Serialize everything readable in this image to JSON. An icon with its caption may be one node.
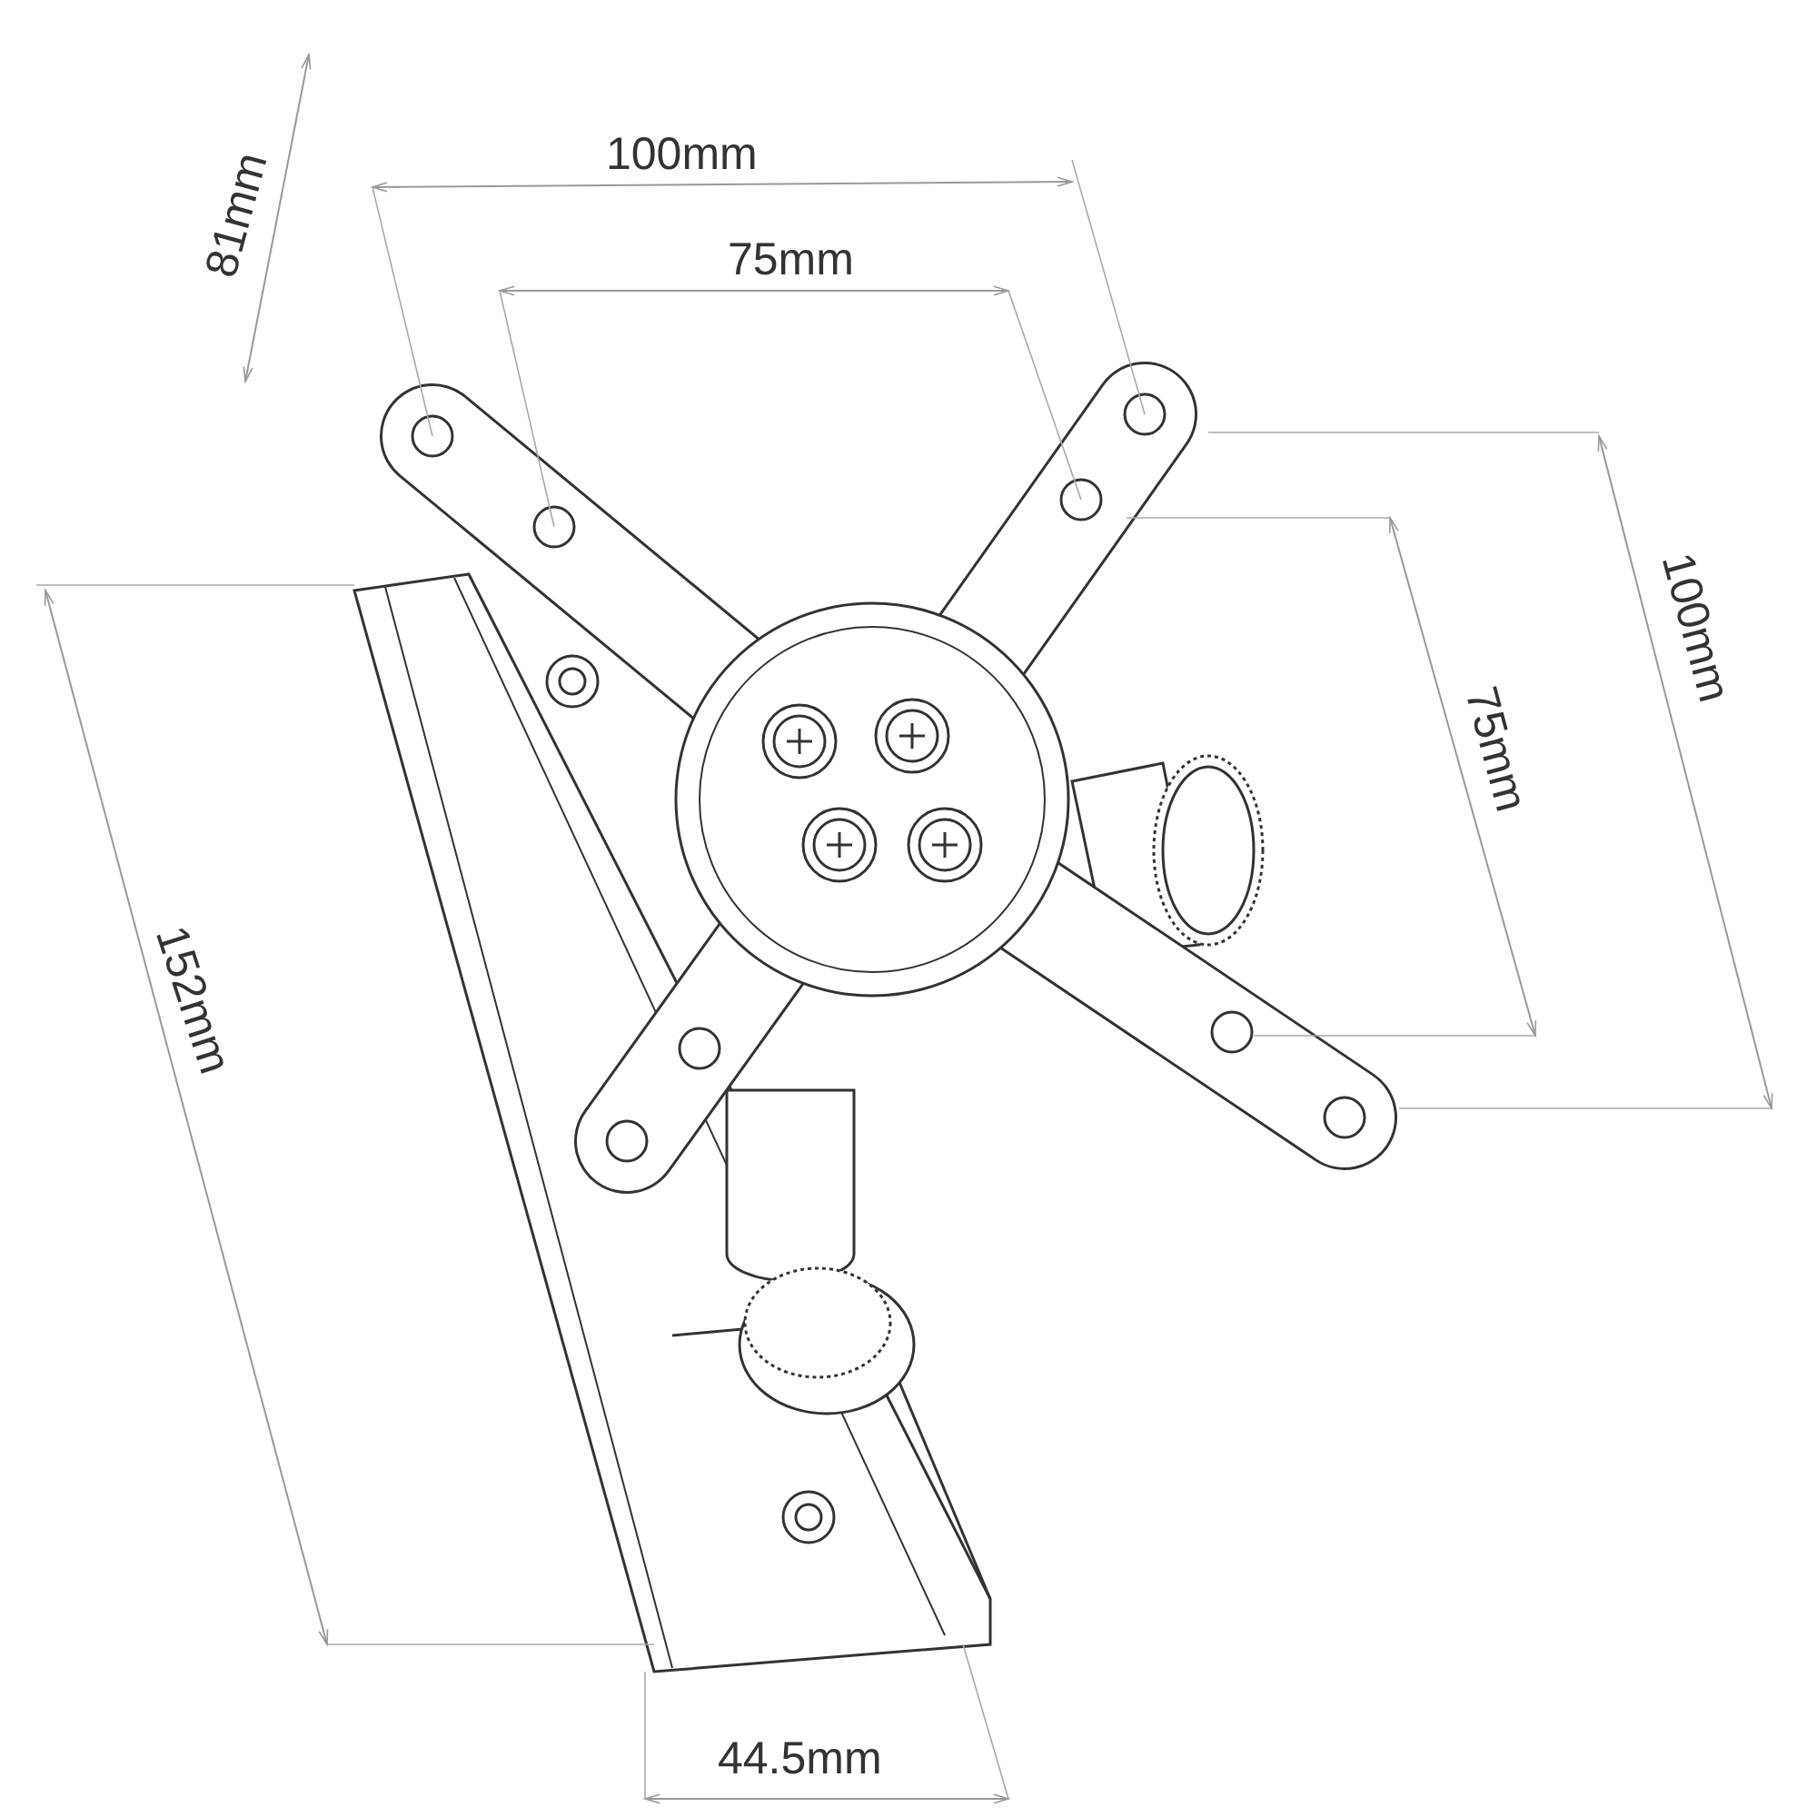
{
  "diagram": {
    "labels": [
      "100mm",
      "81mm",
      "75mm",
      "100mm",
      "75mm",
      "152mm",
      "44.5mm"
    ]
  }
}
